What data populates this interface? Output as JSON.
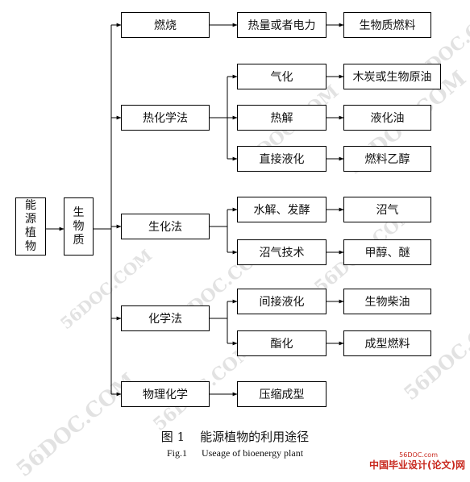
{
  "nodes": {
    "root": [
      "能",
      "源",
      "植",
      "物"
    ],
    "bio": [
      "生",
      "物",
      "质"
    ],
    "burn": "燃烧",
    "heat_power": "热量或者电力",
    "bio_fuel": "生物质燃料",
    "thermo": "热化学法",
    "gasify": "气化",
    "charcoal": "木炭或生物原油",
    "pyrolysis": "热解",
    "liquid_oil": "液化油",
    "direct_liq": "直接液化",
    "ethanol": "燃料乙醇",
    "biochem": "生化法",
    "hydrolysis": "水解、发酵",
    "biogas": "沼气",
    "biogas_tech": "沼气技术",
    "methanol": "甲醇、醚",
    "chem": "化学法",
    "indirect_liq": "间接液化",
    "biodiesel": "生物柴油",
    "esterify": "酯化",
    "molded_fuel": "成型燃料",
    "physchem": "物理化学",
    "compress": "压缩成型"
  },
  "caption": {
    "cn": "图 1    能源植物的利用途径",
    "en": "Fig.1      Useage of bioenergy plant"
  },
  "watermark": "56DOC.COM",
  "footer": {
    "site_small": "56DOC.com",
    "brand": "中国毕业设计(论文)网"
  }
}
